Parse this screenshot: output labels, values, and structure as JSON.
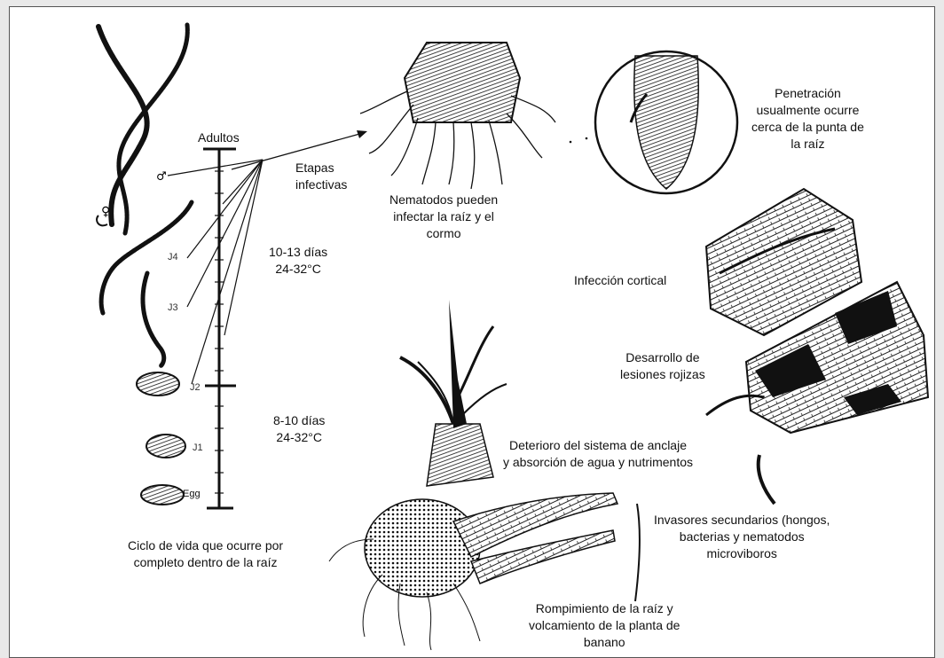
{
  "figure": {
    "timeline": {
      "top_label": "Adultos",
      "upper_period": [
        "10-13 días",
        "24-32°C"
      ],
      "lower_period": [
        "8-10 días",
        "24-32°C"
      ],
      "egg_label": "Egg"
    },
    "caption_life_cycle": [
      "Ciclo de vida que ocurre por",
      "completo dentro de la raíz"
    ],
    "infective_stages": [
      "Etapas",
      "infectivas"
    ],
    "root_corm": [
      "Nematodos pueden",
      "infectar la raíz y el",
      "cormo"
    ],
    "penetration": [
      "Penetración",
      "usualmente ocurre",
      "cerca de la punta de",
      "la raíz"
    ],
    "cortical_infection": [
      "Infección cortical"
    ],
    "red_lesions": [
      "Desarrollo de",
      "lesiones rojizas"
    ],
    "anchorage": [
      "Deterioro del sistema de anclaje",
      "y absorción de agua y nutrimentos"
    ],
    "secondary_invaders": [
      "Invasores secundarios (hongos,",
      "bacterias y nematodos",
      "microviboros"
    ],
    "toppling": [
      "Rompimiento de la raíz y",
      "volcamiento de la planta de",
      "banano"
    ]
  }
}
